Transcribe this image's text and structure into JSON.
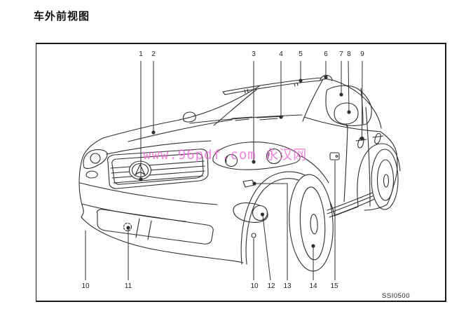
{
  "page": {
    "title": "车外前视图"
  },
  "figure": {
    "code": "SSI0500",
    "watermark": "www.96pdf.com 永汉网",
    "colors": {
      "line": "#2f2f2f",
      "watermark": "#ee66d6"
    },
    "callouts": {
      "top": [
        "1",
        "2",
        "3",
        "4",
        "5",
        "6",
        "7",
        "8",
        "9"
      ],
      "bottom": [
        "10",
        "11",
        "10",
        "12",
        "13",
        "14",
        "15"
      ]
    }
  }
}
